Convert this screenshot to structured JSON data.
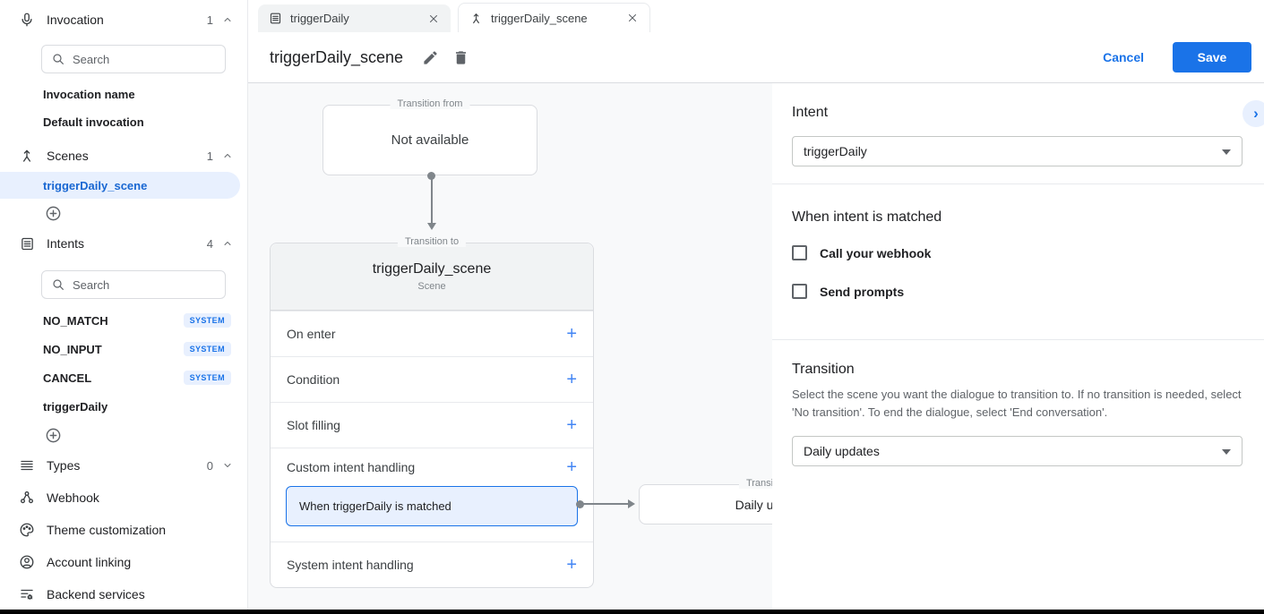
{
  "sidebar": {
    "invocation": {
      "label": "Invocation",
      "count": "1",
      "search_placeholder": "Search",
      "items": [
        "Invocation name",
        "Default invocation"
      ]
    },
    "scenes": {
      "label": "Scenes",
      "count": "1",
      "selected_item": "triggerDaily_scene"
    },
    "intents": {
      "label": "Intents",
      "count": "4",
      "search_placeholder": "Search",
      "items": [
        {
          "name": "NO_MATCH",
          "badge": "SYSTEM"
        },
        {
          "name": "NO_INPUT",
          "badge": "SYSTEM"
        },
        {
          "name": "CANCEL",
          "badge": "SYSTEM"
        },
        {
          "name": "triggerDaily"
        }
      ]
    },
    "types": {
      "label": "Types",
      "count": "0"
    },
    "links": [
      "Webhook",
      "Theme customization",
      "Account linking",
      "Backend services"
    ]
  },
  "tabs": [
    {
      "label": "triggerDaily"
    },
    {
      "label": "triggerDaily_scene"
    }
  ],
  "header": {
    "title": "triggerDaily_scene",
    "cancel_label": "Cancel",
    "save_label": "Save"
  },
  "canvas": {
    "transition_from": {
      "legend": "Transition from",
      "value": "Not available"
    },
    "scene_card": {
      "legend": "Transition to",
      "title": "triggerDaily_scene",
      "subtitle": "Scene",
      "rows": [
        "On enter",
        "Condition",
        "Slot filling",
        "Custom intent handling",
        "System intent handling"
      ],
      "custom_intent_item": "When triggerDaily is matched"
    },
    "target_box": {
      "legend": "Transition to",
      "value": "Daily updates"
    }
  },
  "panel": {
    "intent": {
      "heading": "Intent",
      "value": "triggerDaily"
    },
    "when_matched": {
      "heading": "When intent is matched",
      "checkboxes": [
        "Call your webhook",
        "Send prompts"
      ]
    },
    "transition": {
      "heading": "Transition",
      "description": "Select the scene you want the dialogue to transition to. If no transition is needed, select 'No transition'. To end the dialogue, select 'End conversation'.",
      "value": "Daily updates"
    }
  },
  "colors": {
    "accent": "#1a73e8",
    "selected_bg": "#e8f0fe",
    "canvas_bg": "#f8f9fa",
    "badge_text": "#1a73e8"
  }
}
